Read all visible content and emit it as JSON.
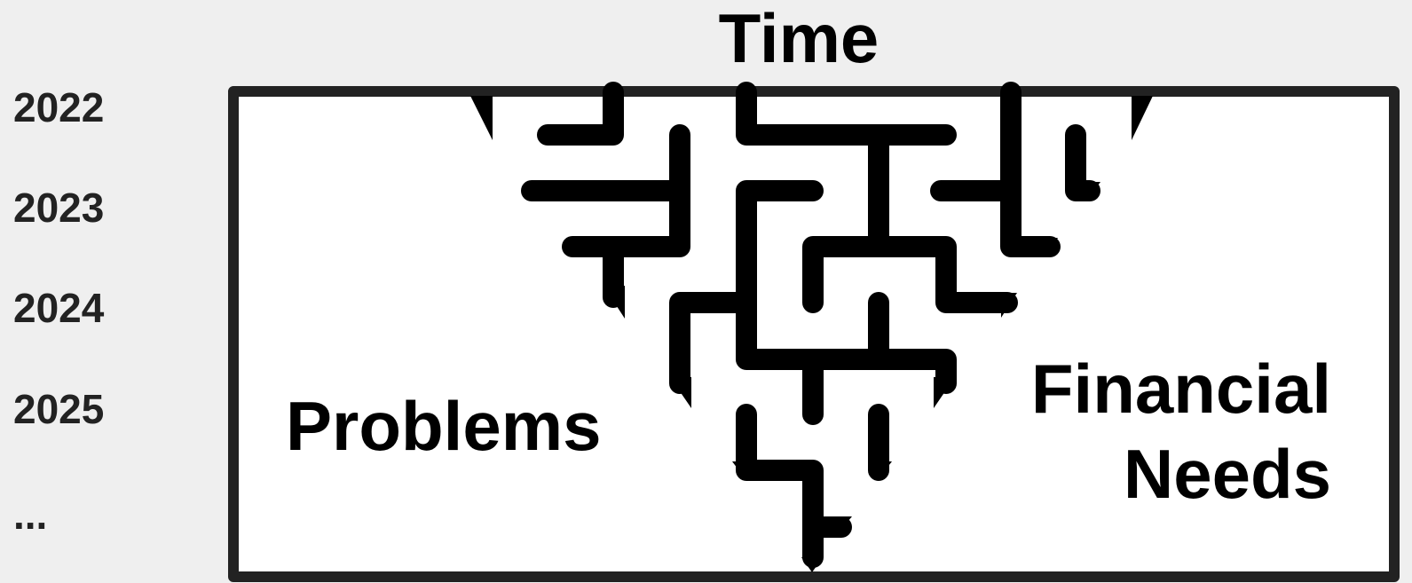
{
  "title": "Time",
  "years": [
    "2022",
    "2023",
    "2024",
    "2025",
    "..."
  ],
  "left_label": "Problems",
  "right_label": [
    "Financial",
    "Needs"
  ],
  "colors": {
    "background": "#efefef",
    "frame": "#222222",
    "maze": "#000000",
    "panel": "#ffffff"
  }
}
